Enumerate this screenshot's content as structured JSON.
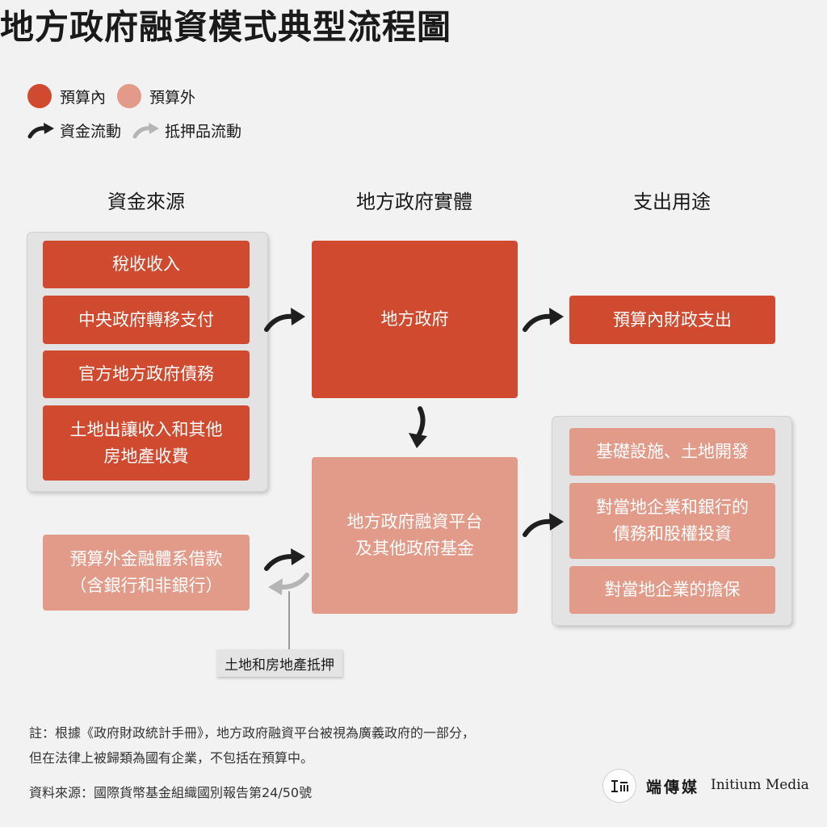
{
  "title": "地方政府融資模式典型流程圖",
  "legend": {
    "in_budget": "預算內",
    "off_budget": "預算外",
    "fund_flow": "資金流動",
    "collateral_flow": "抵押品流動",
    "colors": {
      "in_budget": "#cf4a2e",
      "off_budget": "#e29a89",
      "fund_arrow": "#1f1f1f",
      "collateral_arrow": "#b5b5b5"
    }
  },
  "columns": {
    "sources": "資金來源",
    "entities": "地方政府實體",
    "uses": "支出用途"
  },
  "sources": {
    "in_budget_items": [
      "稅收收入",
      "中央政府轉移支付",
      "官方地方政府債務",
      "土地出讓收入和其他\n房地產收費"
    ],
    "off_budget_item": "預算外金融體系借款\n（含銀行和非銀行）"
  },
  "entities": {
    "local_gov": "地方政府",
    "lgfv": "地方政府融資平台\n及其他政府基金"
  },
  "uses": {
    "in_budget_item": "預算內財政支出",
    "off_budget_items": [
      "基礎設施、土地開發",
      "對當地企業和銀行的\n債務和股權投資",
      "對當地企業的擔保"
    ]
  },
  "collateral_label": "土地和房地產抵押",
  "footnote": {
    "line1": "註：根據《政府財政統計手冊》，地方政府融資平台被視為廣義政府的一部分，",
    "line2": "但在法律上被歸類為國有企業，不包括在預算中。",
    "source": "資料來源：國際貨幣基金組織國別報告第24/50號"
  },
  "brand": {
    "name_zh": "端傳媒",
    "name_en": "Initium Media"
  }
}
